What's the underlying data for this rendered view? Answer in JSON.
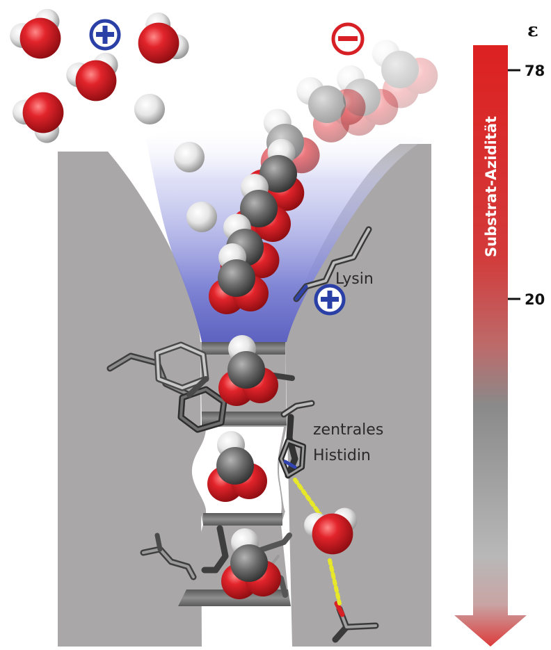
{
  "labels": {
    "lysine": "Lysin",
    "histidine_line1": "zentrales",
    "histidine_line2": "Histidin"
  },
  "scale": {
    "symbol": "ε",
    "axis_title": "Substrat-Azidität",
    "ticks": [
      "78",
      "20"
    ]
  },
  "charges": {
    "plus": "+",
    "minus": "−"
  },
  "colors": {
    "oxygen": "#d81e25",
    "hydrogen": "#f2f2f2",
    "carbon": "#6d6d6d",
    "channel_wall": "#a8a6a6",
    "channel_vestibule": "#6e72c8",
    "positive_charge": "#2a40a6",
    "negative_charge": "#d62026",
    "arrow_top": "#dd2222",
    "arrow_bottom": "#bcbcbc",
    "hbond": "#e8e82a"
  }
}
